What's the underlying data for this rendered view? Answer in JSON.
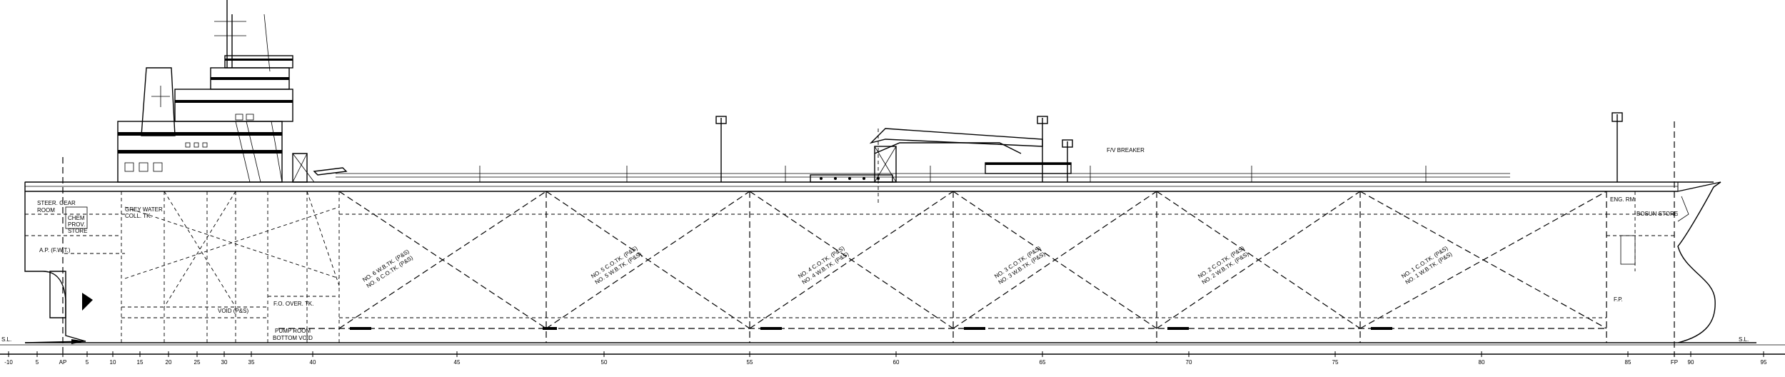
{
  "labels": {
    "steer_gear_room": [
      "STEER. GEAR",
      "ROOM"
    ],
    "chem_prov_store": [
      "CHEM",
      "PROV.",
      "STORE"
    ],
    "grey_water": [
      "GREY WATER",
      "COLL. TK."
    ],
    "aft_peak": "A.P. (F.W.T.)",
    "void_ps": "VOID (P&S)",
    "fo_over_tk": "F.O. OVER. TK.",
    "pump_room_void": [
      "PUMP ROOM",
      "BOTTOM VOID"
    ],
    "eng_room": "ENG. RM",
    "fiv_breaker": "F/V BREAKER",
    "bosun_store": "BOSUN STORE",
    "fore_peak": "F.P.",
    "sl_left": "S.L.",
    "sl_right": "S.L.",
    "cargo_tanks": [
      {
        "upper": "NO. 6 W.B.TK. (P&S)",
        "lower": "NO. 6 C.O.TK. (P&S)"
      },
      {
        "upper": "NO. 5 C.O.TK. (P&S)",
        "lower": "NO. 5 W.B.TK. (P&S)"
      },
      {
        "upper": "NO. 4 C.O.TK. (P&S)",
        "lower": "NO. 4 W.B.TK. (P&S)"
      },
      {
        "upper": "NO. 3 C.O.TK. (P&S)",
        "lower": "NO. 3 W.B.TK. (P&S)"
      },
      {
        "upper": "NO. 2 C.O.TK. (P&S)",
        "lower": "NO. 2 W.B.TK. (P&S)"
      },
      {
        "upper": "NO. 1 C.O.TK. (P&S)",
        "lower": "NO. 1 W.B.TK. (P&S)"
      }
    ]
  },
  "frame_ticks": [
    "-10",
    "5",
    "AP",
    "5",
    "10",
    "15",
    "20",
    "25",
    "30",
    "35",
    "40",
    "45",
    "50",
    "55",
    "60",
    "65",
    "70",
    "75",
    "80",
    "85",
    "FP",
    "90",
    "95"
  ]
}
